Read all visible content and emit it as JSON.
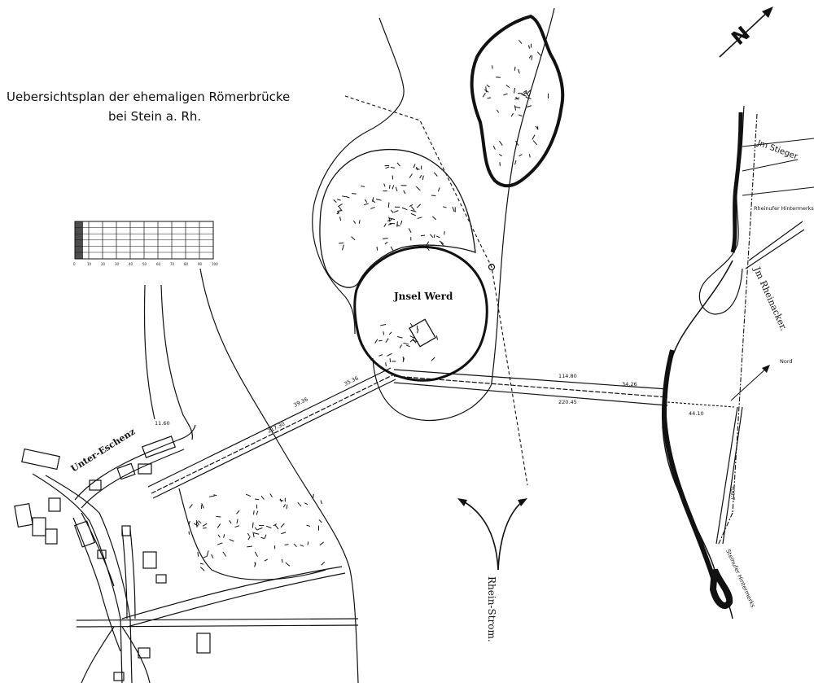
{
  "map": {
    "title_line1": "Uebersichtsplan der ehemaligen Römerbrücke",
    "title_line2": "bei Stein a. Rh.",
    "north_arrow_glyph": "N",
    "north_small": "Nord",
    "places": {
      "unter_eschenz": "Unter-Eschenz",
      "insel_werd": "Jnsel Werd",
      "im_stieger": "Jm Stieger",
      "im_rheinacker": "Jm Rheinacker.",
      "rheinufer_hinter": "Rheinufer Hintermerks",
      "rhein_strom": "Rhein-Strom.",
      "steinufer_hinter": "Steinufer Hintermerks"
    },
    "measurements": {
      "m1": "114.80",
      "m2": "220.45",
      "m3": "34.26",
      "m4": "44.10",
      "m5": "217.30",
      "m6": "39.36",
      "m7": "35.36",
      "m8": "11.60",
      "m9": "106.7"
    },
    "scale_ticks": [
      "0",
      "10",
      "20",
      "30",
      "40",
      "50",
      "60",
      "70",
      "80",
      "90",
      "100"
    ],
    "colors": {
      "ink": "#111111",
      "paper": "#ffffff"
    }
  }
}
